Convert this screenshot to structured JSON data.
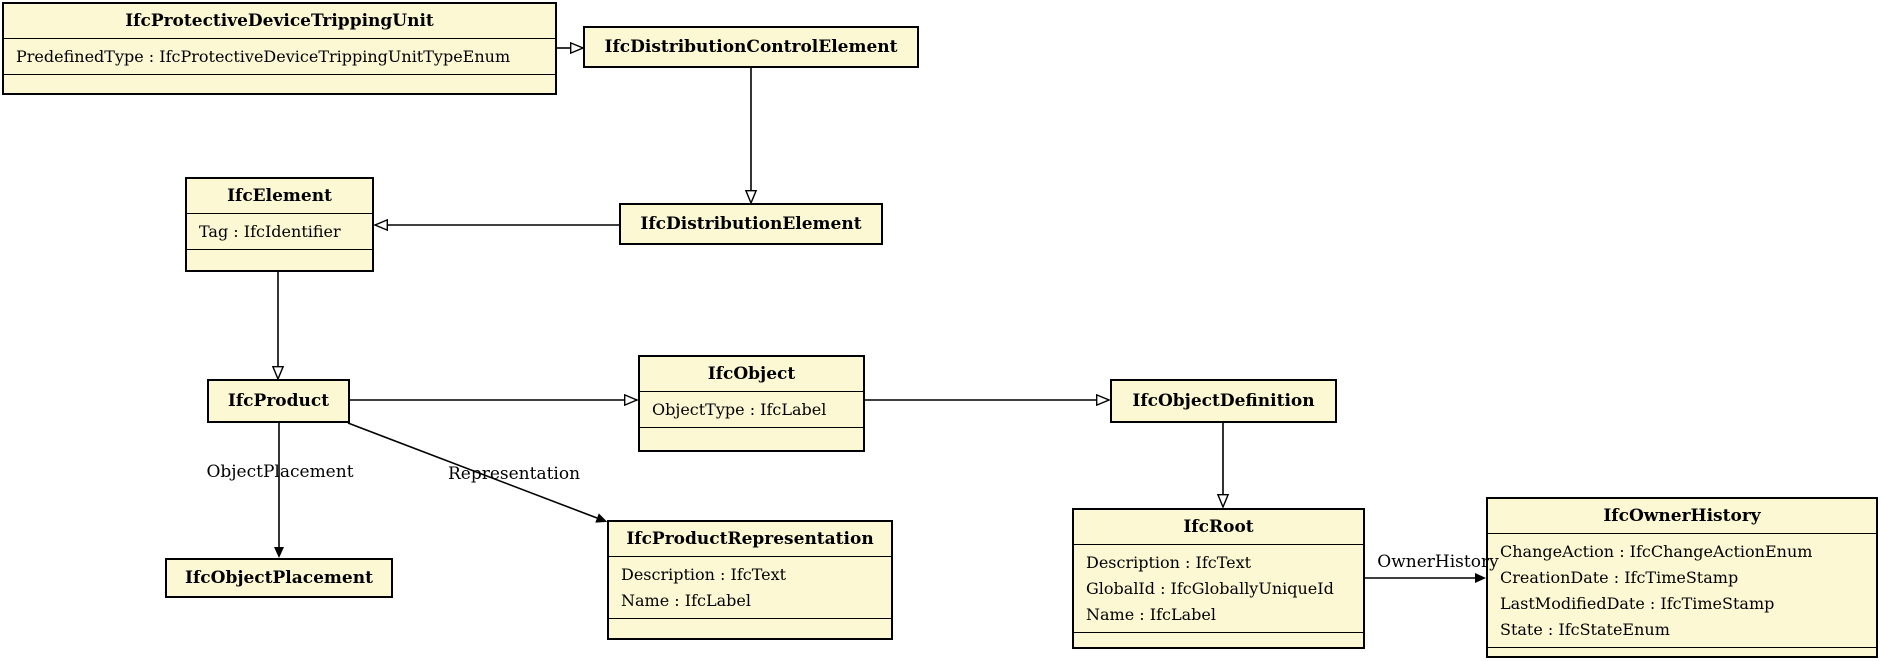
{
  "diagram_type": "uml-class-inheritance-diagram",
  "colors": {
    "node_fill": "#fcf8d3",
    "node_border": "#000000",
    "background": "#ffffff",
    "text": "#000000"
  },
  "nodes": {
    "protectiveDeviceTrippingUnit": {
      "title": "IfcProtectiveDeviceTrippingUnit",
      "attributes": [
        "PredefinedType : IfcProtectiveDeviceTrippingUnitTypeEnum"
      ]
    },
    "distributionControlElement": {
      "title": "IfcDistributionControlElement",
      "attributes": []
    },
    "element": {
      "title": "IfcElement",
      "attributes": [
        "Tag : IfcIdentifier"
      ]
    },
    "distributionElement": {
      "title": "IfcDistributionElement",
      "attributes": []
    },
    "product": {
      "title": "IfcProduct",
      "attributes": []
    },
    "object": {
      "title": "IfcObject",
      "attributes": [
        "ObjectType : IfcLabel"
      ]
    },
    "objectDefinition": {
      "title": "IfcObjectDefinition",
      "attributes": []
    },
    "objectPlacement": {
      "title": "IfcObjectPlacement",
      "attributes": []
    },
    "productRepresentation": {
      "title": "IfcProductRepresentation",
      "attributes": [
        "Description : IfcText",
        "Name : IfcLabel"
      ]
    },
    "root": {
      "title": "IfcRoot",
      "attributes": [
        "Description : IfcText",
        "GlobalId : IfcGloballyUniqueId",
        "Name : IfcLabel"
      ]
    },
    "ownerHistory": {
      "title": "IfcOwnerHistory",
      "attributes": [
        "ChangeAction : IfcChangeActionEnum",
        "CreationDate : IfcTimeStamp",
        "LastModifiedDate : IfcTimeStamp",
        "State : IfcStateEnum"
      ]
    }
  },
  "edges": [
    {
      "from": "IfcProtectiveDeviceTrippingUnit",
      "to": "IfcDistributionControlElement",
      "type": "inheritance",
      "label": ""
    },
    {
      "from": "IfcDistributionControlElement",
      "to": "IfcDistributionElement",
      "type": "inheritance",
      "label": ""
    },
    {
      "from": "IfcDistributionElement",
      "to": "IfcElement",
      "type": "inheritance",
      "label": ""
    },
    {
      "from": "IfcElement",
      "to": "IfcProduct",
      "type": "inheritance",
      "label": ""
    },
    {
      "from": "IfcProduct",
      "to": "IfcObject",
      "type": "inheritance",
      "label": ""
    },
    {
      "from": "IfcObject",
      "to": "IfcObjectDefinition",
      "type": "inheritance",
      "label": ""
    },
    {
      "from": "IfcObjectDefinition",
      "to": "IfcRoot",
      "type": "inheritance",
      "label": ""
    },
    {
      "from": "IfcProduct",
      "to": "IfcObjectPlacement",
      "type": "association",
      "label": "ObjectPlacement"
    },
    {
      "from": "IfcProduct",
      "to": "IfcProductRepresentation",
      "type": "association",
      "label": "Representation"
    },
    {
      "from": "IfcRoot",
      "to": "IfcOwnerHistory",
      "type": "association",
      "label": "OwnerHistory"
    }
  ]
}
